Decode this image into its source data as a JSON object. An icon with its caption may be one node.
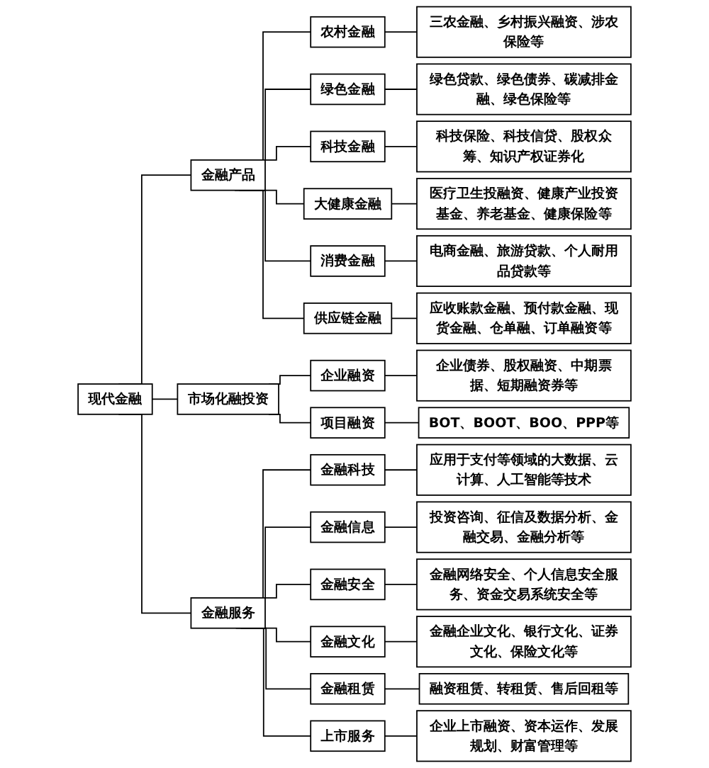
{
  "diagram": {
    "nodes": [
      {
        "text": [
          "现代金融"
        ]
      },
      {
        "text": [
          "金融产品"
        ]
      },
      {
        "text": [
          "农村金融"
        ]
      },
      {
        "text": [
          "三农金融、乡村振兴融资、涉农保险等"
        ]
      },
      {
        "text": [
          "绿色金融"
        ]
      },
      {
        "text": [
          "绿色贷款、绿色债券、碳减排金融、绿色保险等"
        ]
      },
      {
        "text": [
          "科技金融"
        ]
      },
      {
        "text": [
          "科技保险、科技信贷、股权众筹、知识产权证券化"
        ]
      },
      {
        "text": [
          "大健康金融"
        ]
      },
      {
        "text": [
          "医疗卫生投融资、健康产业投资基金、养老基金、健康保险等"
        ]
      },
      {
        "text": [
          "消费金融"
        ]
      },
      {
        "text": [
          "电商金融、旅游贷款、个人耐用品贷款等"
        ]
      },
      {
        "text": [
          "供应链金融"
        ]
      },
      {
        "text": [
          "应收账款金融、预付款金融、现货金融、仓单融、订单融资等"
        ]
      },
      {
        "text": [
          "市场化融投资"
        ]
      },
      {
        "text": [
          "企业融资"
        ]
      },
      {
        "text": [
          "企业债券、股权融资、中期票据、短期融资券等"
        ]
      },
      {
        "text": [
          "项目融资"
        ]
      },
      {
        "text": [
          "BOT、BOOT、BOO、PPP等"
        ]
      },
      {
        "text": [
          "金融服务"
        ]
      },
      {
        "text": [
          "金融科技"
        ]
      },
      {
        "text": [
          "应用于支付等领域的大数据、云计算、人工智能等技术"
        ]
      },
      {
        "text": [
          "金融信息"
        ]
      },
      {
        "text": [
          "投资咨询、征信及数据分析、金融交易、金融分析等"
        ]
      },
      {
        "text": [
          "金融安全"
        ]
      },
      {
        "text": [
          "金融网络安全、个人信息安全服务、资金交易系统安全等"
        ]
      },
      {
        "text": [
          "金融文化"
        ]
      },
      {
        "text": [
          "金融企业文化、银行文化、证券文化、保险文化等"
        ]
      },
      {
        "text": [
          "金融租赁"
        ]
      },
      {
        "text": [
          "融资租赁、转租赁、售后回租等"
        ]
      },
      {
        "text": [
          "上市服务"
        ]
      },
      {
        "text": [
          "企业上市融资、资本运作、发展规划、财富管理等"
        ]
      }
    ],
    "edges": [
      {
        "from": 0,
        "to": 1,
        "arrow": "none"
      },
      {
        "from": 1,
        "to": 2,
        "arrow": "none"
      },
      {
        "from": 2,
        "to": 3,
        "arrow": "none"
      },
      {
        "from": 1,
        "to": 4,
        "arrow": "none"
      },
      {
        "from": 4,
        "to": 5,
        "arrow": "none"
      },
      {
        "from": 1,
        "to": 6,
        "arrow": "none"
      },
      {
        "from": 6,
        "to": 7,
        "arrow": "none"
      },
      {
        "from": 1,
        "to": 8,
        "arrow": "none"
      },
      {
        "from": 8,
        "to": 9,
        "arrow": "none"
      },
      {
        "from": 1,
        "to": 10,
        "arrow": "none"
      },
      {
        "from": 10,
        "to": 11,
        "arrow": "none"
      },
      {
        "from": 1,
        "to": 12,
        "arrow": "none"
      },
      {
        "from": 12,
        "to": 13,
        "arrow": "none"
      },
      {
        "from": 0,
        "to": 14,
        "arrow": "none"
      },
      {
        "from": 14,
        "to": 15,
        "arrow": "none"
      },
      {
        "from": 15,
        "to": 16,
        "arrow": "none"
      },
      {
        "from": 14,
        "to": 17,
        "arrow": "none"
      },
      {
        "from": 17,
        "to": 18,
        "arrow": "none"
      },
      {
        "from": 0,
        "to": 19,
        "arrow": "none"
      },
      {
        "from": 19,
        "to": 20,
        "arrow": "none"
      },
      {
        "from": 20,
        "to": 21,
        "arrow": "none"
      },
      {
        "from": 19,
        "to": 22,
        "arrow": "none"
      },
      {
        "from": 22,
        "to": 23,
        "arrow": "none"
      },
      {
        "from": 19,
        "to": 24,
        "arrow": "none"
      },
      {
        "from": 24,
        "to": 25,
        "arrow": "none"
      },
      {
        "from": 19,
        "to": 26,
        "arrow": "none"
      },
      {
        "from": 26,
        "to": 27,
        "arrow": "none"
      },
      {
        "from": 19,
        "to": 28,
        "arrow": "none"
      },
      {
        "from": 28,
        "to": 29,
        "arrow": "none"
      },
      {
        "from": 19,
        "to": 30,
        "arrow": "none"
      },
      {
        "from": 30,
        "to": 31,
        "arrow": "none"
      }
    ]
  }
}
